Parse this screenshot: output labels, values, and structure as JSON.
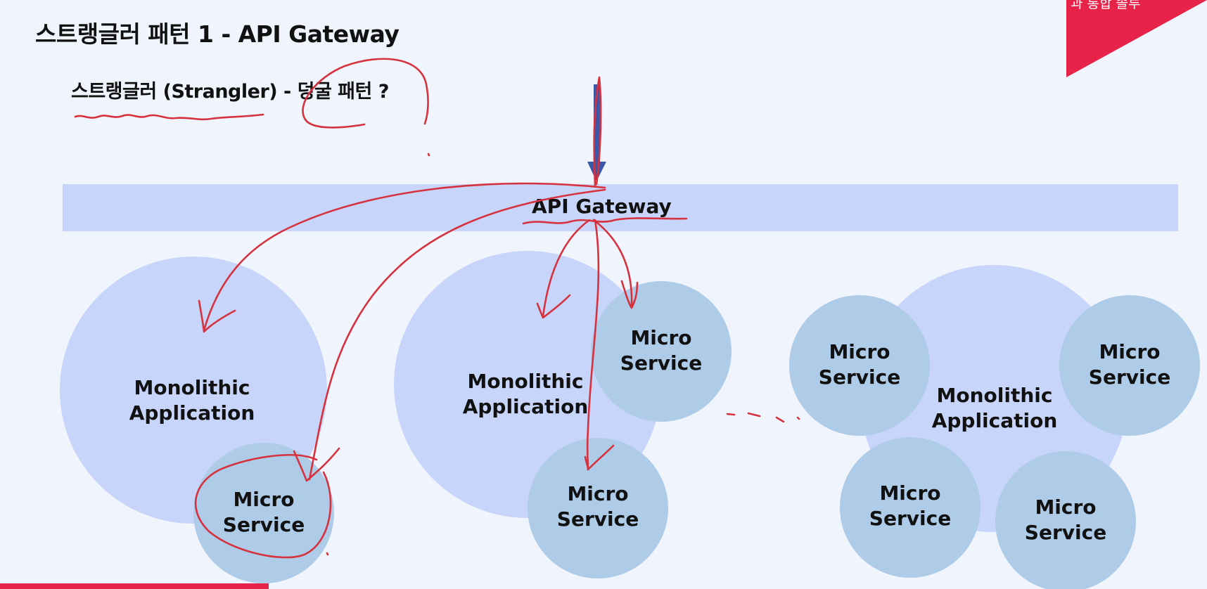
{
  "slide": {
    "title": "스트랭글러 패턴 1 - API Gateway",
    "subtitle": "스트랭글러 (Strangler) - 덩굴 패턴 ?",
    "corner_text": "과 통합 솔루",
    "gateway_label": "API Gateway"
  },
  "diagram": {
    "monolithic_label": "Monolithic\nApplication",
    "micro_label": "Micro\nService"
  },
  "colors": {
    "background": "#f0f4fd",
    "gateway_band": "#c8d5fa",
    "monolith_circle": "#c8d5fa",
    "micro_circle": "#aecbe8",
    "annotation_red": "#d6323e",
    "ribbon_red": "#e8234a",
    "arrow_blue": "#3a57a8"
  }
}
